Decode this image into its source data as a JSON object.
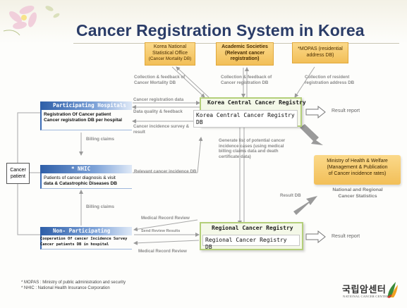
{
  "title": "Cancer Registration System in Korea",
  "sources": {
    "kostat": {
      "line1": "Korea National",
      "line2": "Statistical Office",
      "line3": "(Cancer Mortality DB)"
    },
    "academic": {
      "line1": "Academic Societies",
      "line2": "(Relevant cancer",
      "line3": "registration)"
    },
    "mopas": {
      "line1": "*MOPAS (residential",
      "line2": "address DB)"
    }
  },
  "flow_labels": {
    "kostat_feedback": [
      "Collection & feedback of",
      "Cancer Mortality DB"
    ],
    "academic_feedback": [
      "Collection & feedback of",
      "Cancer registration DB"
    ],
    "mopas_collection": [
      "Collection of  resident",
      "registration address DB"
    ],
    "cancer_registration_data": "Cancer registration data",
    "data_quality": "Data quality & feedback",
    "incidence_survey": [
      "Cancer incidence survey &",
      "result"
    ],
    "billing_claims_1": "Billing claims",
    "billing_claims_2": "Billing claims",
    "relevant_incidence_db": "Relevant cancer incidence DB",
    "potential_cases": [
      "Generate list of potential cancer",
      "incidence cases (using medical",
      "billing claims data and death",
      "certificate data)"
    ],
    "medical_review_1": "Medical Record Review",
    "send_review_results": "Send Review Results",
    "medical_review_2": "Medical Record Review",
    "result_db": "Result DB",
    "result_report_1": "Result report",
    "result_report_2": "Result report"
  },
  "participating": {
    "head": "Participating Hospitals",
    "line1": "Registration Of Cancer patient",
    "line2": "Cancer registration DB per hospital"
  },
  "nhic": {
    "head": "* NHIC",
    "line1": "Patients of cancer diagnosis & visit",
    "line2": "data & Catastrophic Diseases DB"
  },
  "non_participating": {
    "head": "Non- Participating Hospitals",
    "line1": "Cooperation Of cancer Incidence Survey",
    "line2": "Cancer patients DB in hospital"
  },
  "kccr": {
    "head": "Korea Central Cancer Registry",
    "db": "Korea Central Cancer Registry DB"
  },
  "regional": {
    "head": "Regional Cancer Registry",
    "db": "Regional Cancer Registry DB"
  },
  "patient": {
    "line1": "Cancer",
    "line2": "patient"
  },
  "ministry": {
    "line1": "Ministry of Health & Welfare",
    "line2": "(Management & Publication",
    "line3": "of Cancer incidence rates)"
  },
  "stats": {
    "line1": "National and Regional",
    "line2": "Cancer Statistics"
  },
  "footnotes": [
    "* MOPAS : Ministry of public administration and security",
    "* NHIC : National Health Insurance Corporation"
  ],
  "logo": {
    "korean": "국립암센터",
    "english": "NATIONAL CANCER CENTER"
  },
  "colors": {
    "title": "#2b3d68",
    "blue_head": "#2f5fa8",
    "green_border": "#b4cf7a",
    "source_box": "#f2bf58"
  }
}
